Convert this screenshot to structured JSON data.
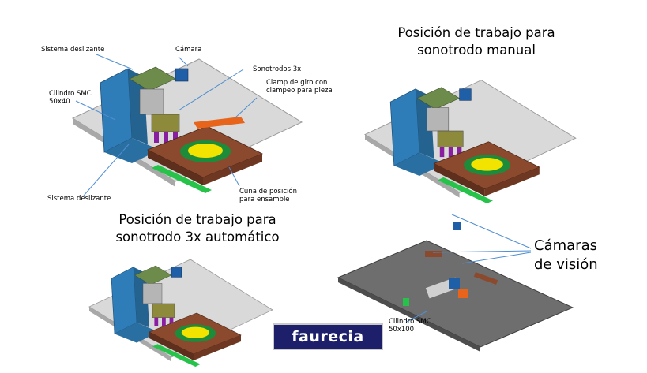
{
  "labels": {
    "sistema_deslizante_top": "Sistema deslizante",
    "camara": "Cámara",
    "sonotrodos": "Sonotrodos 3x",
    "clamp": "Clamp de giro con\nclampeo para pieza",
    "cilindro_smc_top": "Cilindro SMC\n50x40",
    "sistema_deslizante_bottom": "Sistema deslizante",
    "cuna": "Cuna de posición\npara ensamble",
    "cilindro_smc_bottom": "Cilindro SMC\n50x100"
  },
  "titles": {
    "manual": "Posición de trabajo para\nsonotrodo manual",
    "automatico": "Posición de trabajo para\nsonotrodo 3x automático",
    "camaras": "Cámaras\nde visión"
  },
  "logo": {
    "text": "faurecia"
  },
  "colors": {
    "plate": "#d9d9d9",
    "plate_dark": "#6e6e6e",
    "machine_blue": "#2f7db8",
    "base_brown": "#8b4a2e",
    "accent_yellow": "#f2e400",
    "accent_orange": "#e8641a",
    "leader_line": "#4f8ed1",
    "logo_bg": "#1d1f6b"
  }
}
